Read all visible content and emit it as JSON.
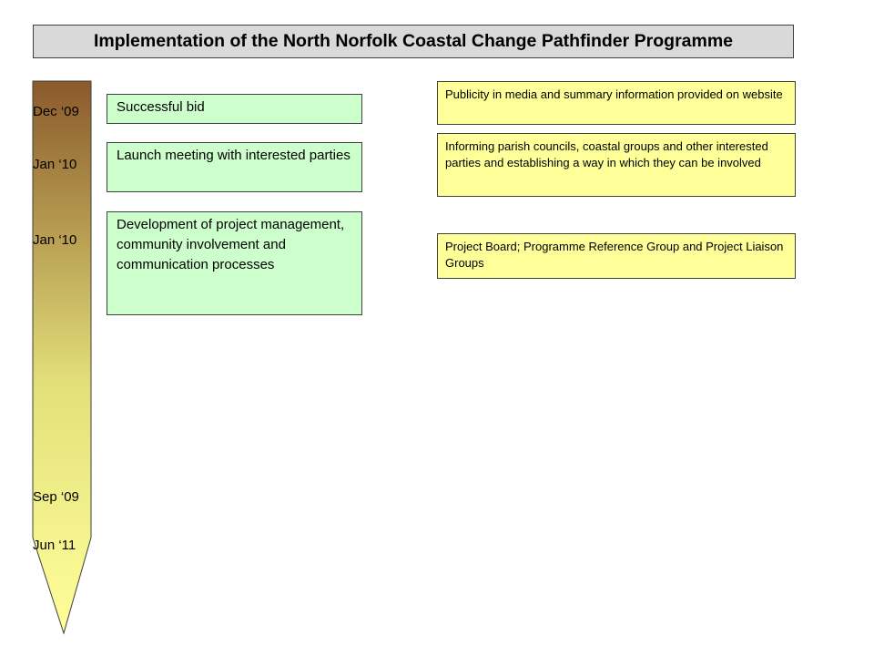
{
  "title": "Implementation of the North Norfolk Coastal Change Pathfinder Programme",
  "colors": {
    "timeline_top": "#8b5a2b",
    "timeline_bottom": "#ffff99",
    "green_box": "#ccffcc",
    "yellow_box": "#ffff99",
    "title_box": "#d9d9d9"
  },
  "timeline": {
    "dates": [
      "Dec ‘09",
      "Jan ‘10",
      "Jan ‘10",
      "Sep ‘09",
      "Jun ‘11"
    ]
  },
  "milestones": [
    "Successful bid",
    "Launch meeting with interested parties",
    "Development of project management, community involvement and communication processes"
  ],
  "actions": [
    "Publicity in media and summary information provided on website",
    "Informing parish councils, coastal groups and other interested parties and establishing a way in which they can be involved",
    "Project Board; Programme Reference Group and Project Liaison Groups"
  ]
}
